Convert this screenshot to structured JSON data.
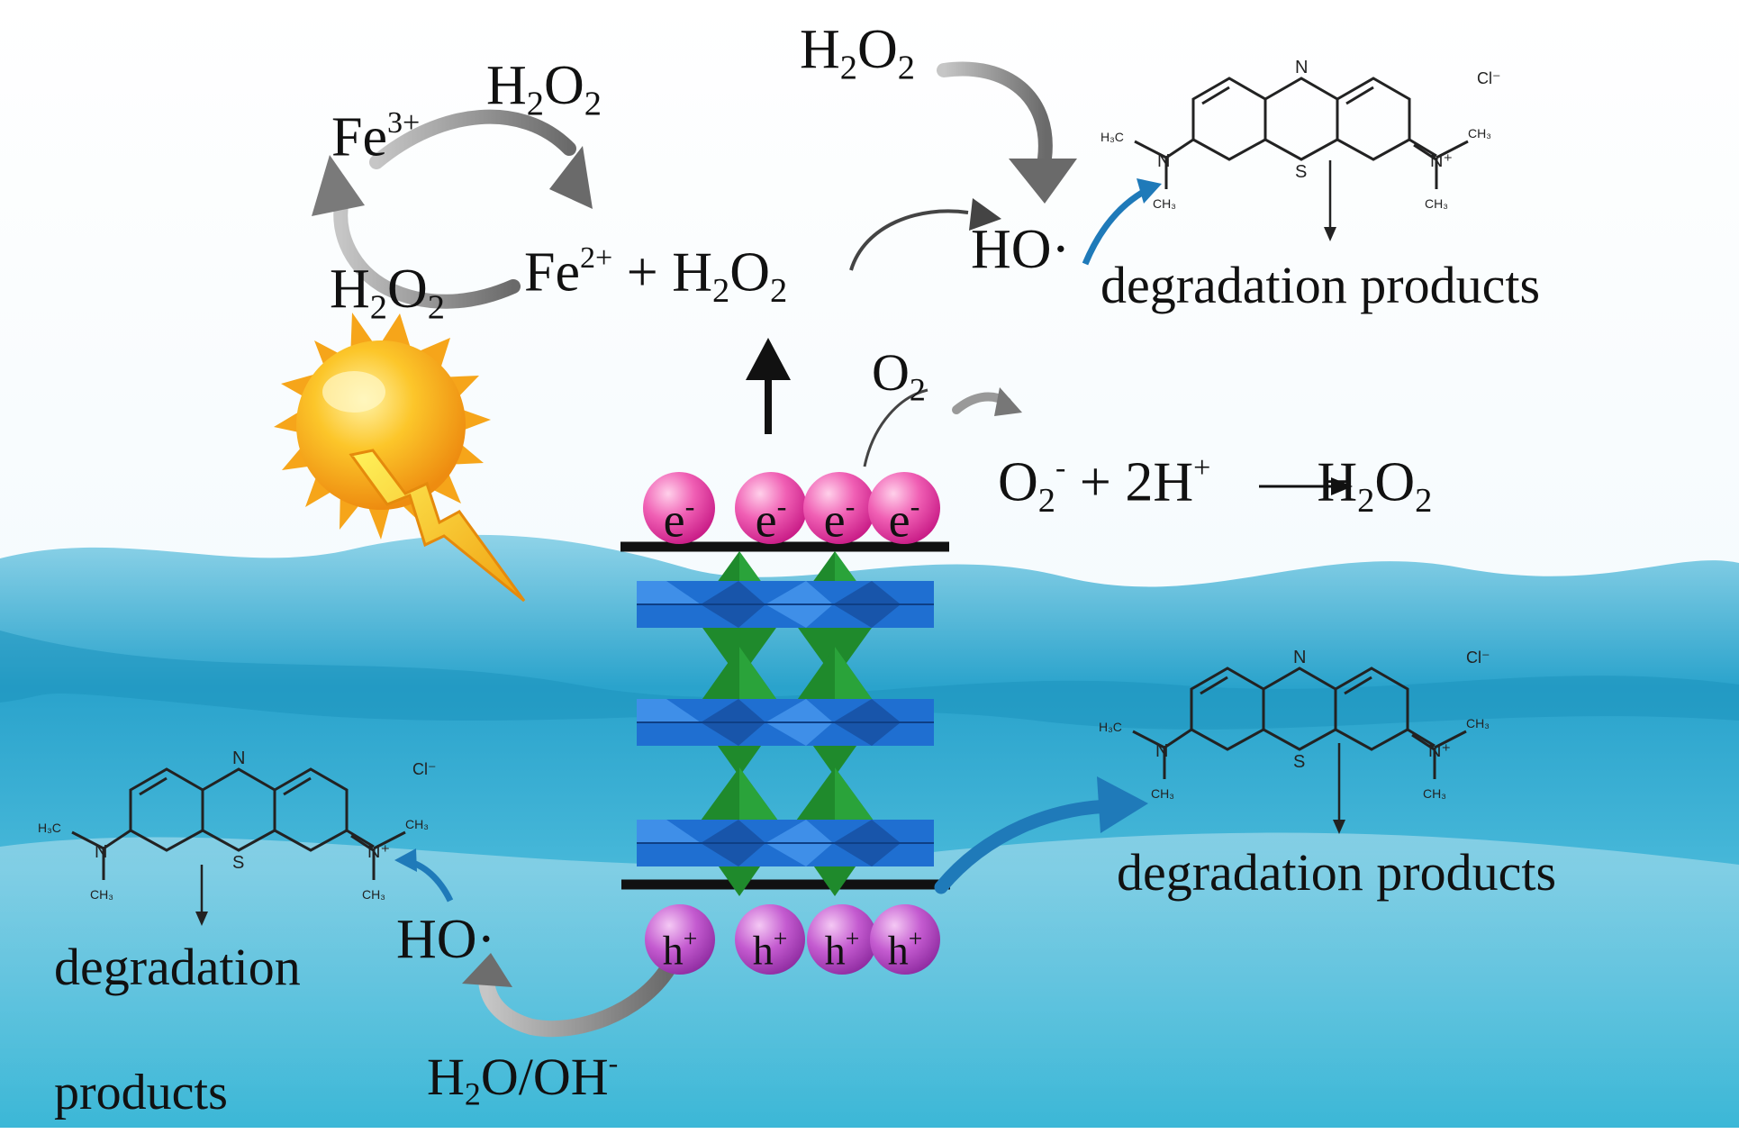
{
  "colors": {
    "water": "#29a9d0",
    "sun": "#f7b21a",
    "octahedron_blue": "#1f6fd1",
    "octahedron_green": "#1f8a2c",
    "electron": "#e6409f",
    "hole": "#a13db3",
    "arrow_blue": "#1f7ab9"
  },
  "icons": [
    "sun-icon",
    "lightning-icon"
  ],
  "fe_cycle": {
    "fe3": {
      "base": "Fe",
      "sup": "3+"
    },
    "h2o2_top": {
      "a": "H",
      "b": "2",
      "c": "O",
      "d": "2"
    },
    "h2o2_left": {
      "a": "H",
      "b": "2",
      "c": "O",
      "d": "2"
    },
    "fenton": {
      "a": "Fe",
      "b": "2+",
      "c": " + H",
      "d": "2",
      "e": "O",
      "f": "2"
    }
  },
  "top_h2o2": {
    "a": "H",
    "b": "2",
    "c": "O",
    "d": "2"
  },
  "ho_top": "HO·",
  "o2": {
    "a": "O",
    "b": "2"
  },
  "o2_reaction": {
    "a": "O",
    "b": "2",
    "c": "-",
    "d": " + 2H",
    "e": "+",
    "f": "H",
    "g": "2",
    "h": "O",
    "i": "2"
  },
  "electrons": {
    "symbol": "e",
    "charge": "-"
  },
  "holes": {
    "symbol": "h",
    "charge": "+"
  },
  "mb_molecule": {
    "counter_ion": "Cl⁻",
    "n_center": "N",
    "s_center": "S",
    "n_left": "N",
    "n_right": "N⁺",
    "ch3_a": "H₃C",
    "ch3_b": "CH₃",
    "ch3_c": "CH₃",
    "ch3_d": "CH₃"
  },
  "degradation_top": "degradation products",
  "degradation_right": "degradation products",
  "degradation_left_line1": "degradation",
  "degradation_left_line2": "products",
  "ho_bottom": "HO·",
  "water_species": {
    "a": "H",
    "b": "2",
    "c": "O/OH",
    "d": "-"
  }
}
